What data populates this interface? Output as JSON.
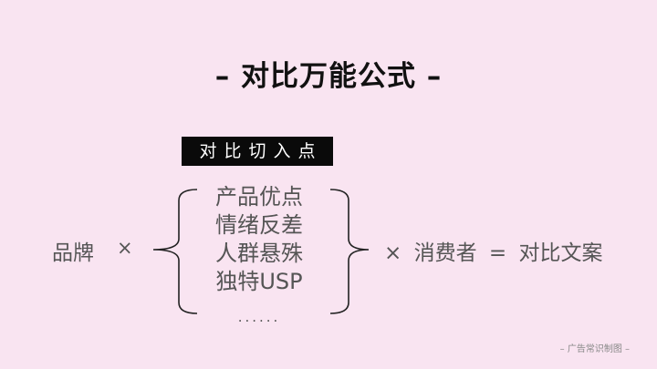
{
  "title": "– 对比万能公式 –",
  "tag": "对比切入点",
  "left_term": "品牌",
  "operator_times": "×",
  "factors": [
    "产品优点",
    "情绪反差",
    "人群悬殊",
    "独特USP"
  ],
  "factors_more": "......",
  "right_term": "消费者",
  "operator_equals": "=",
  "result": "对比文案",
  "footer": "– 广告常识制图 –"
}
